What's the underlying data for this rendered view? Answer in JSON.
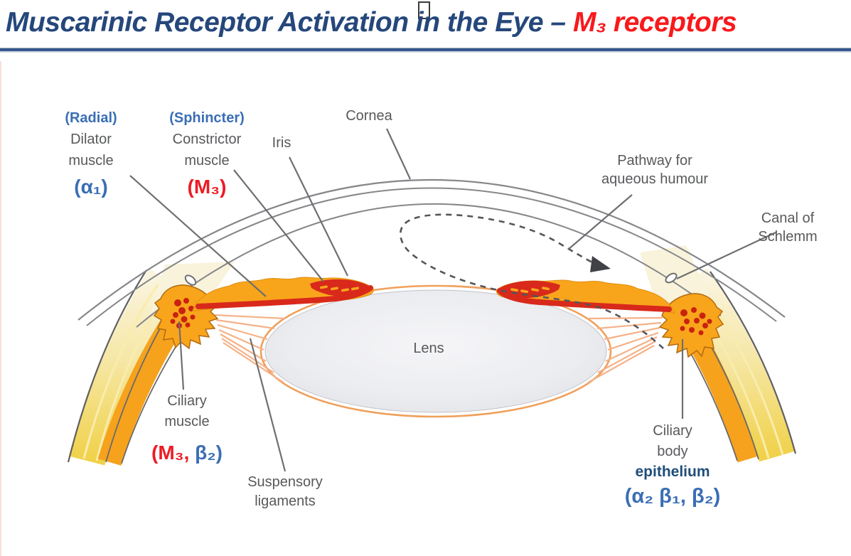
{
  "title": {
    "main": "Muscarinic Receptor Activation in the Eye – ",
    "highlight": "M₃ receptors"
  },
  "diagram": {
    "labels": {
      "radial": {
        "type_label": "(Radial)",
        "name_line1": "Dilator",
        "name_line2": "muscle",
        "receptors": "(α₁)"
      },
      "sphincter": {
        "type_label": "(Sphincter)",
        "name_line1": "Constrictor",
        "name_line2": "muscle",
        "receptors": "(M₃)"
      },
      "iris": {
        "name": "Iris"
      },
      "cornea": {
        "name": "Cornea"
      },
      "pathway": {
        "line1": "Pathway for",
        "line2": "aqueous humour"
      },
      "canal": {
        "line1": "Canal of",
        "line2": "Schlemm"
      },
      "lens": {
        "name": "Lens"
      },
      "ciliary_muscle": {
        "line1": "Ciliary",
        "line2": "muscle",
        "receptors_red": "(M₃, ",
        "receptors_blue": "β₂)"
      },
      "suspensory": {
        "line1": "Suspensory",
        "line2": "ligaments"
      },
      "ciliary_body": {
        "line1": "Ciliary",
        "line2": "body",
        "line3": "epithelium",
        "receptors": "(α₂ β₁, β₂)"
      }
    }
  },
  "colors": {
    "title_blue": "#25477B",
    "title_red": "#F8191C",
    "rule_blue": "#35578C",
    "label_gray": "#58595B",
    "receptor_blue": "#3A6EB5",
    "receptor_red": "#EC1C24",
    "epithelium_blue": "#1F4E79",
    "iris_orange": "#F9A51B",
    "muscle_red": "#D8291B",
    "dot_red": "#C9230F",
    "sclera_yellow": "#F0D149",
    "sclera_cream": "#F9F3DC",
    "sclera_orange": "#F6A21D",
    "lens_outline": "#EFA05C",
    "ligament_orange": "#F5B188",
    "outline_gray": "#606060",
    "cornea_gray": "#85878A",
    "leader_gray": "#6E6F71",
    "dash_gray": "#54565A"
  }
}
